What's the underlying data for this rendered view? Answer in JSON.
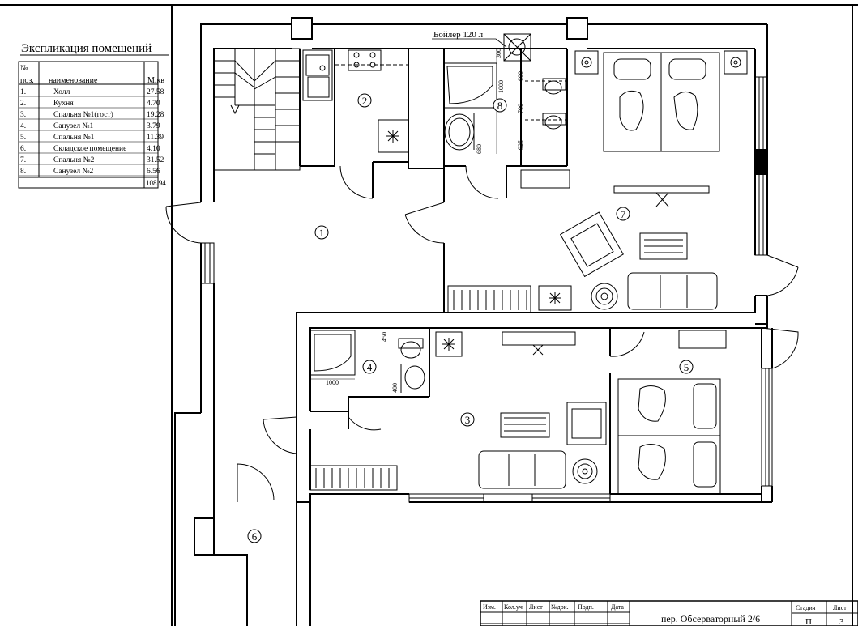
{
  "legend": {
    "title": "Экспликация помещений",
    "header": {
      "num": "№\nпоз.",
      "name": "наименование",
      "area": "М.кв"
    },
    "rows": [
      {
        "num": "1.",
        "name": "Холл",
        "area": "27.58"
      },
      {
        "num": "2.",
        "name": "Кухня",
        "area": "4.70"
      },
      {
        "num": "3.",
        "name": "Спальня №1(гост)",
        "area": "19.28"
      },
      {
        "num": "4.",
        "name": "Санузел №1",
        "area": "3.79"
      },
      {
        "num": "5.",
        "name": "Спальня №1",
        "area": "11.39"
      },
      {
        "num": "6.",
        "name": "Складское помещение",
        "area": "4.10"
      },
      {
        "num": "7.",
        "name": "Спальня №2",
        "area": "31.52"
      },
      {
        "num": "8.",
        "name": "Санузел №2",
        "area": "6.56"
      }
    ],
    "total": "108.94"
  },
  "boiler_label": "Бойлер 120 л",
  "room_numbers": [
    "1",
    "2",
    "3",
    "4",
    "5",
    "6",
    "7",
    "8"
  ],
  "dimensions": {
    "d300": "300",
    "d600": "600",
    "d1000a": "1000",
    "d700": "700",
    "d925": "925",
    "d680": "680",
    "d450": "450",
    "d400": "400",
    "d1000b": "1000"
  },
  "title_block": {
    "headers": [
      "Изм.",
      "Кол.уч",
      "Лист",
      "№док.",
      "Подп.",
      "Дата"
    ],
    "address": "пер. Обсерваторный 2/6",
    "stage_label": "Стадия",
    "sheet_label": "Лист",
    "stage_value": "П",
    "sheet_value": "3"
  }
}
